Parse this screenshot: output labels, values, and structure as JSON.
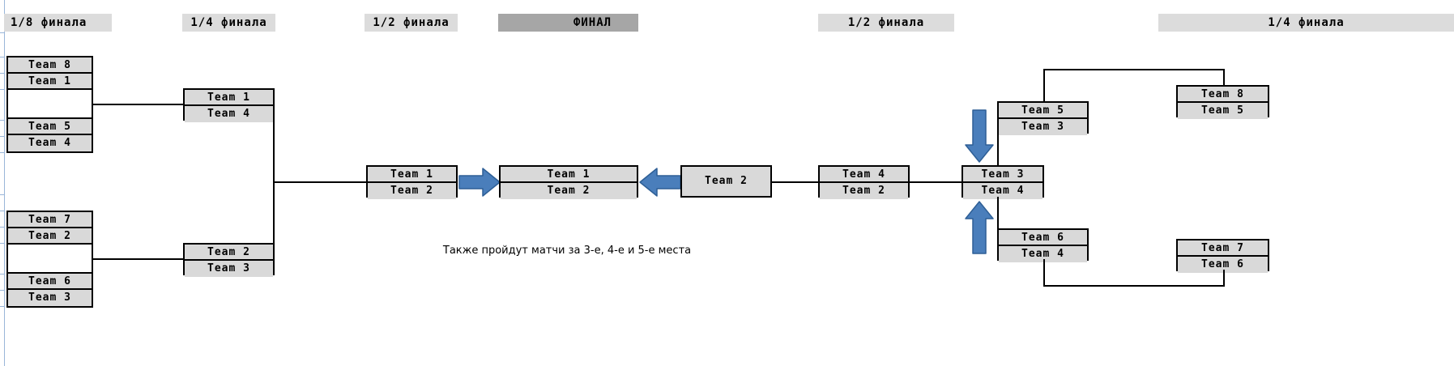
{
  "page": {
    "title": "Tournament Bracket / Double Elimination Grid",
    "background": "#ffffff",
    "box_fill": "#d9d9d9",
    "header_fill": "#dcdcdc",
    "final_header_fill": "#a6a6a6",
    "line_color": "#000000",
    "arrow_color": "#4a7ebb",
    "arrow_edge_color": "#2e5f96"
  },
  "headers": [
    {
      "id": "h-eighth-left",
      "label": "1/8 финала"
    },
    {
      "id": "h-quarter-left",
      "label": "1/4 финала"
    },
    {
      "id": "h-half-left",
      "label": "1/2 финала"
    },
    {
      "id": "h-final",
      "label": "ФИНАЛ"
    },
    {
      "id": "h-half-right",
      "label": "1/2 финала"
    },
    {
      "id": "h-quarter-right",
      "label": "1/4 финала"
    }
  ],
  "caption": {
    "text": "Также пройдут матчи за 3-е, 4-е и 5-е места"
  },
  "matches": {
    "left_eighth_top": {
      "rows": [
        "Team 8",
        "Team 1",
        "",
        "Team 5",
        "Team 4"
      ]
    },
    "left_eighth_bot": {
      "rows": [
        "Team 7",
        "Team 2",
        "",
        "Team 6",
        "Team 3"
      ]
    },
    "left_quarter_top": {
      "rows": [
        "Team 1",
        "Team 4"
      ]
    },
    "left_quarter_bot": {
      "rows": [
        "Team 2",
        "Team 3"
      ]
    },
    "left_half": {
      "rows": [
        "Team 1",
        "Team 2"
      ]
    },
    "final": {
      "rows": [
        "Team 1",
        "Team 2"
      ]
    },
    "final_right": {
      "rows": [
        "Team 2"
      ]
    },
    "right_half": {
      "rows": [
        "Team 4",
        "Team 2"
      ]
    },
    "right_center": {
      "rows": [
        "Team 3",
        "Team 4"
      ]
    },
    "right_quarter_up": {
      "rows": [
        "Team 5",
        "Team 3"
      ]
    },
    "right_quarter_dn": {
      "rows": [
        "Team 6",
        "Team 4"
      ]
    },
    "right_edge_up": {
      "rows": [
        "Team 8",
        "Team 5"
      ]
    },
    "right_edge_dn": {
      "rows": [
        "Team 7",
        "Team 6"
      ]
    }
  },
  "arrows": {
    "final_in_left": {
      "direction": "right",
      "name": "arrow-right-to-final"
    },
    "final_in_right": {
      "direction": "left",
      "name": "arrow-left-to-final"
    },
    "center_from_top": {
      "direction": "down",
      "name": "arrow-down-to-center"
    },
    "center_from_bot": {
      "direction": "up",
      "name": "arrow-up-to-center"
    }
  }
}
